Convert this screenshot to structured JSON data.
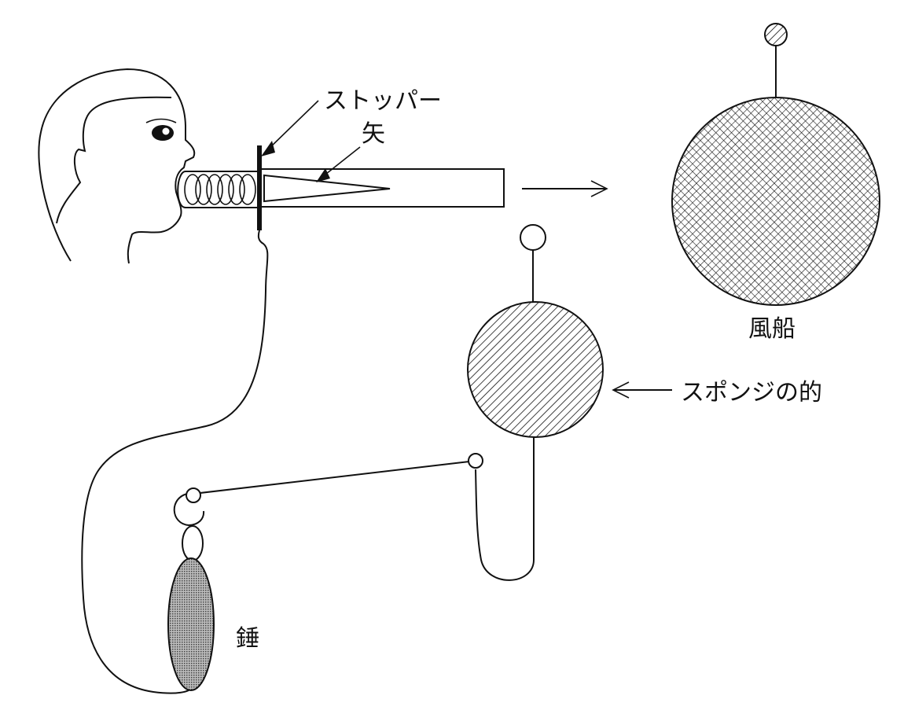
{
  "labels": {
    "stopper": "ストッパー",
    "arrow": "矢",
    "balloon": "風船",
    "sponge_target": "スポンジの的",
    "weight": "錘"
  },
  "icons": {
    "head": "person-head-profile-icon",
    "arrow_direction": "arrow-right-icon"
  },
  "colors": {
    "ink": "#111111",
    "weight_fill": "#999999"
  }
}
